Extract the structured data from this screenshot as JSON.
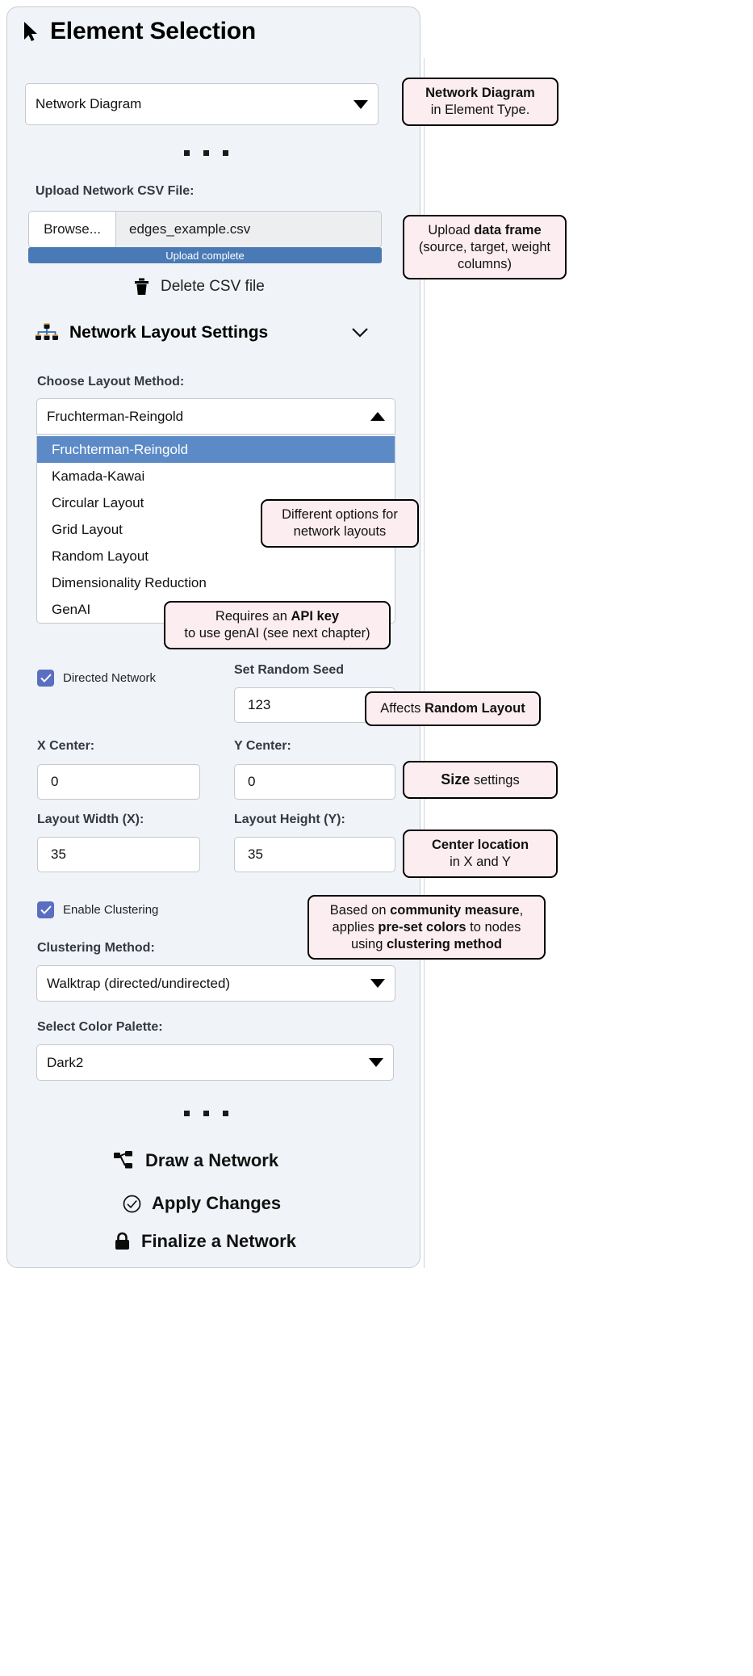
{
  "header": {
    "title": "Element Selection",
    "cursor_icon": "cursor-arrow-icon"
  },
  "element_type": {
    "value": "Network Diagram",
    "caret_icon": "chevron-down-icon"
  },
  "upload": {
    "label": "Upload Network CSV File:",
    "browse_label": "Browse...",
    "filename": "edges_example.csv",
    "progress_text": "Upload complete",
    "progress_color": "#4a7ab5",
    "delete_label": "Delete CSV file",
    "delete_icon": "trash-icon"
  },
  "layout_section": {
    "title": "Network Layout Settings",
    "icon": "sitemap-icon",
    "collapse_icon": "chevron-down-icon"
  },
  "layout_method": {
    "label": "Choose Layout Method:",
    "value": "Fruchterman-Reingold",
    "caret_icon": "chevron-up-icon",
    "options": [
      "Fruchterman-Reingold",
      "Kamada-Kawai",
      "Circular Layout",
      "Grid Layout",
      "Random Layout",
      "Dimensionality Reduction",
      "GenAI"
    ],
    "selected_index": 0,
    "highlight_color": "#5b8ac7"
  },
  "directed": {
    "label": "Directed Network",
    "checked": true,
    "check_color": "#5a6fc0"
  },
  "seed": {
    "label": "Set Random Seed",
    "value": "123"
  },
  "x_center": {
    "label": "X Center:",
    "value": "0"
  },
  "y_center": {
    "label": "Y Center:",
    "value": "0"
  },
  "layout_width": {
    "label": "Layout Width (X):",
    "value": "35"
  },
  "layout_height": {
    "label": "Layout Height (Y):",
    "value": "35"
  },
  "clustering": {
    "label": "Enable Clustering",
    "checked": true
  },
  "clustering_method": {
    "label": "Clustering Method:",
    "value": "Walktrap (directed/undirected)",
    "caret_icon": "chevron-down-icon"
  },
  "palette": {
    "label": "Select Color Palette:",
    "value": "Dark2",
    "caret_icon": "chevron-down-icon"
  },
  "actions": [
    {
      "label": "Draw a Network",
      "icon": "network-draw-icon"
    },
    {
      "label": "Apply Changes",
      "icon": "check-circle-icon"
    },
    {
      "label": "Finalize a Network",
      "icon": "lock-icon"
    }
  ],
  "callouts": {
    "element_type": {
      "line1_bold": "Network Diagram",
      "line2": "in Element Type."
    },
    "upload": {
      "line1_pre": "Upload ",
      "line1_bold": "data frame",
      "line2": "(source, target, weight",
      "line3": "columns)"
    },
    "layout_options": {
      "line1": "Different options for",
      "line2": "network layouts"
    },
    "genai": {
      "line1_pre": "Requires an ",
      "line1_bold": "API key",
      "line2": "to use genAI (see next chapter)"
    },
    "seed": {
      "pre": "Affects ",
      "bold": "Random Layout"
    },
    "size": {
      "bold": "Size",
      "post": " settings"
    },
    "center": {
      "line1_bold": "Center location",
      "line2": "in X and Y"
    },
    "clustering": {
      "line1_pre": "Based on ",
      "line1_bold": "community measure",
      "line1_post": ",",
      "line2_pre": "applies ",
      "line2_bold": "pre-set colors",
      "line2_post": " to nodes",
      "line3_pre": "using ",
      "line3_bold": "clustering method"
    }
  }
}
